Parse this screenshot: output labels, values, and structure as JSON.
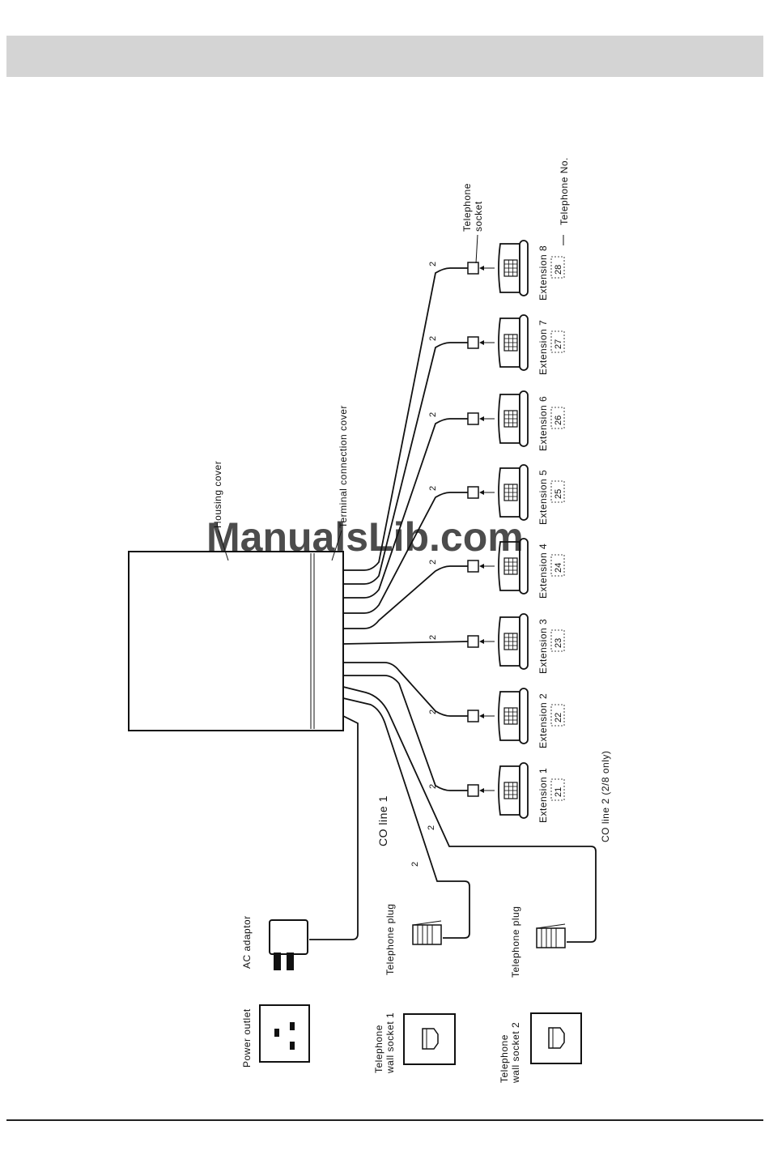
{
  "watermark": "ManualsLib.com",
  "labels": {
    "housing_cover": "Housing cover",
    "terminal_cover": "Terminal connection cover",
    "telephone_socket": "Telephone socket",
    "telephone_no": "Telephone No.",
    "co_line_1": "CO line 1",
    "co_line_2": "CO line 2  (2/8 only)",
    "ac_adaptor": "AC adaptor",
    "telephone_plug_1": "Telephone plug",
    "telephone_plug_2": "Telephone plug",
    "power_outlet": "Power outlet",
    "wall_socket_1": "Telephone wall socket 1",
    "wall_socket_2": "Telephone wall socket 2",
    "wire_count": "2"
  },
  "extensions": [
    {
      "name": "Extension 1",
      "number": "21"
    },
    {
      "name": "Extension 2",
      "number": "22"
    },
    {
      "name": "Extension 3",
      "number": "23"
    },
    {
      "name": "Extension 4",
      "number": "24"
    },
    {
      "name": "Extension 5",
      "number": "25"
    },
    {
      "name": "Extension 6",
      "number": "26"
    },
    {
      "name": "Extension 7",
      "number": "27"
    },
    {
      "name": "Extension 8",
      "number": "28"
    }
  ]
}
